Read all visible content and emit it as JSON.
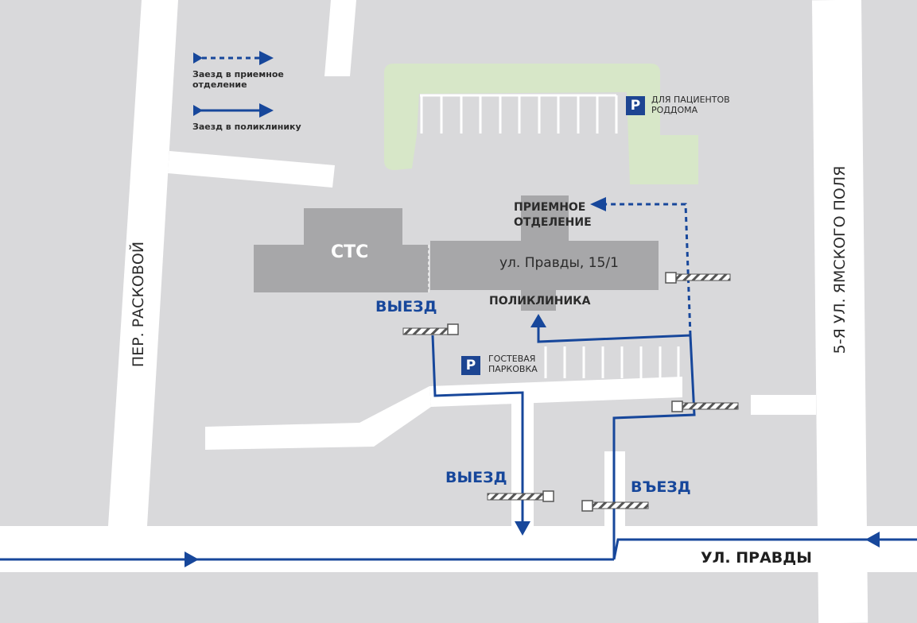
{
  "legend": {
    "emergency_entry": "Заезд в приемное отделение",
    "clinic_entry": "Заезд в поликлинику"
  },
  "streets": {
    "raskovoy": "ПЕР. РАСКОВОЙ",
    "yamskogo": "5-Я УЛ. ЯМСКОГО ПОЛЯ",
    "pravdy": "УЛ. ПРАВДЫ"
  },
  "buildings": {
    "sts": "СТС",
    "address": "ул. Правды, 15/1",
    "reception": "ПРИЕМНОЕ ОТДЕЛЕНИЕ",
    "clinic": "ПОЛИКЛИНИКА"
  },
  "parking": {
    "sign": "P",
    "patients": "для пациентов роддома",
    "guest": "гостевая парковка"
  },
  "gates": {
    "exit_1": "ВЫЕЗД",
    "exit_2": "ВЫЕЗД",
    "entry": "ВЪЕЗД"
  },
  "colors": {
    "route_blue": "#17479b",
    "road_white": "#ffffff",
    "ground_gray": "#d9d9db",
    "building_gray": "#a7a7a9",
    "green_zone": "#d7e7c8",
    "parking_sign_blue": "#1d4592"
  }
}
